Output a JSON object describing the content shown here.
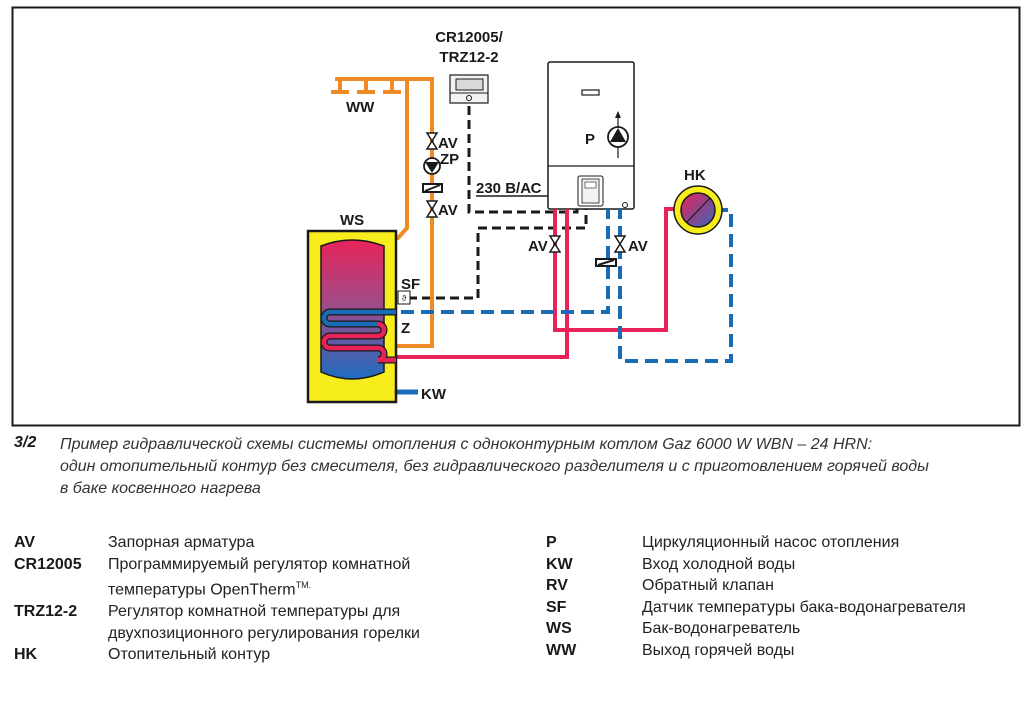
{
  "diagram": {
    "labels": {
      "controller": "CR12005/",
      "controller2": "TRZ12-2",
      "ww": "WW",
      "ws": "WS",
      "sf": "SF",
      "z": "Z",
      "kw": "KW",
      "hk": "HK",
      "p": "P",
      "zp": "ZP",
      "av1": "AV",
      "av2": "AV",
      "av3": "AV",
      "av4": "AV",
      "power": "230 В/АС"
    },
    "colors": {
      "hot_pipe": "#e8235a",
      "cold_pipe": "#1a6bb5",
      "dhw_pipe": "#f08a24",
      "tank_jacket": "#f7ec1c",
      "control_wire": "#1a1a1a",
      "frame": "#1a1a1a"
    }
  },
  "caption": {
    "number": "3/2",
    "lines": [
      "Пример гидравлической схемы системы отопления с одноконтурным котлом Gaz 6000 W WBN – 24 HRN:",
      "один отопительный контур без смесителя, без гидравлического разделителя и с приготовлением горячей воды",
      "в баке косвенного нагрева"
    ]
  },
  "legend": {
    "left": [
      {
        "code": "AV",
        "lines": [
          "Запорная арматура"
        ]
      },
      {
        "code": "CR12005",
        "lines": [
          "Программируемый регулятор комнатной",
          "температуры OpenTherm"
        ],
        "suffix": "TM."
      },
      {
        "code": "TRZ12-2",
        "lines": [
          "Регулятор комнатной температуры для",
          "двухпозиционного регулирования горелки"
        ]
      },
      {
        "code": "HK",
        "lines": [
          "Отопительный контур"
        ]
      }
    ],
    "right": [
      {
        "code": "P",
        "lines": [
          "Циркуляционный насос отопления"
        ]
      },
      {
        "code": "KW",
        "lines": [
          "Вход холодной воды"
        ]
      },
      {
        "code": "RV",
        "lines": [
          "Обратный клапан"
        ]
      },
      {
        "code": "SF",
        "lines": [
          "Датчик температуры бака-водонагревателя"
        ]
      },
      {
        "code": "WS",
        "lines": [
          "Бак-водонагреватель"
        ]
      },
      {
        "code": "WW",
        "lines": [
          "Выход горячей воды"
        ]
      }
    ]
  }
}
